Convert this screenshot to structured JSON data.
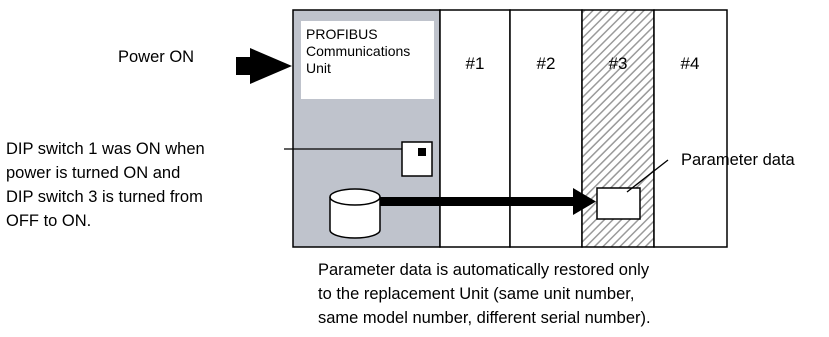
{
  "power_label": "Power ON",
  "comm_unit": {
    "label": "PROFIBUS\nCommunications\nUnit",
    "fill_color": "#bfc3cc"
  },
  "slots": [
    "#1",
    "#2",
    "#3",
    "#4"
  ],
  "replaced_slot": "#3",
  "dip_note": [
    "DIP switch 1 was ON when",
    "power is turned ON and",
    "DIP switch 3 is turned from",
    "OFF to ON."
  ],
  "parameter_label": "Parameter data",
  "restore_note": [
    "Parameter data is automatically restored only",
    "to the replacement Unit (same unit number,",
    "same model number, different serial number)."
  ]
}
